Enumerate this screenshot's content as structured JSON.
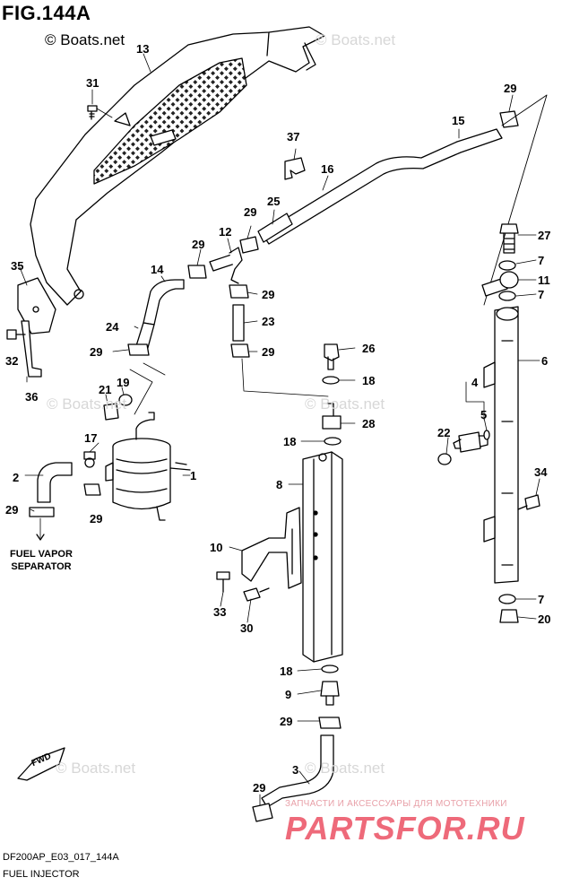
{
  "figure_title": "FIG.144A",
  "copyright": "© Boats.net",
  "watermark_text": "© Boats.net",
  "model_code": "DF200AP_E03_017_144A",
  "section_name": "FUEL INJECTOR",
  "notes": {
    "fuel_vapor_line1": "FUEL VAPOR",
    "fuel_vapor_line2": "SEPARATOR",
    "fwd": "FWD"
  },
  "vendor": {
    "banner": "ЗАПЧАСТИ И АКСЕССУАРЫ ДЛЯ МОТОТЕХНИКИ",
    "logo": "PARTSFOR.RU"
  },
  "part_numbers": [
    "13",
    "31",
    "35",
    "32",
    "36",
    "2",
    "29",
    "17",
    "29",
    "21",
    "19",
    "24",
    "29",
    "14",
    "29",
    "12",
    "29",
    "29",
    "23",
    "29",
    "1",
    "37",
    "16",
    "25",
    "15",
    "29",
    "26",
    "18",
    "28",
    "18",
    "8",
    "10",
    "33",
    "30",
    "18",
    "9",
    "29",
    "3",
    "29",
    "27",
    "7",
    "11",
    "7",
    "6",
    "4",
    "5",
    "22",
    "34",
    "7",
    "20"
  ],
  "colors": {
    "line": "#000000",
    "watermark": "#d7d7d7",
    "logo": "#ee6a7a"
  }
}
